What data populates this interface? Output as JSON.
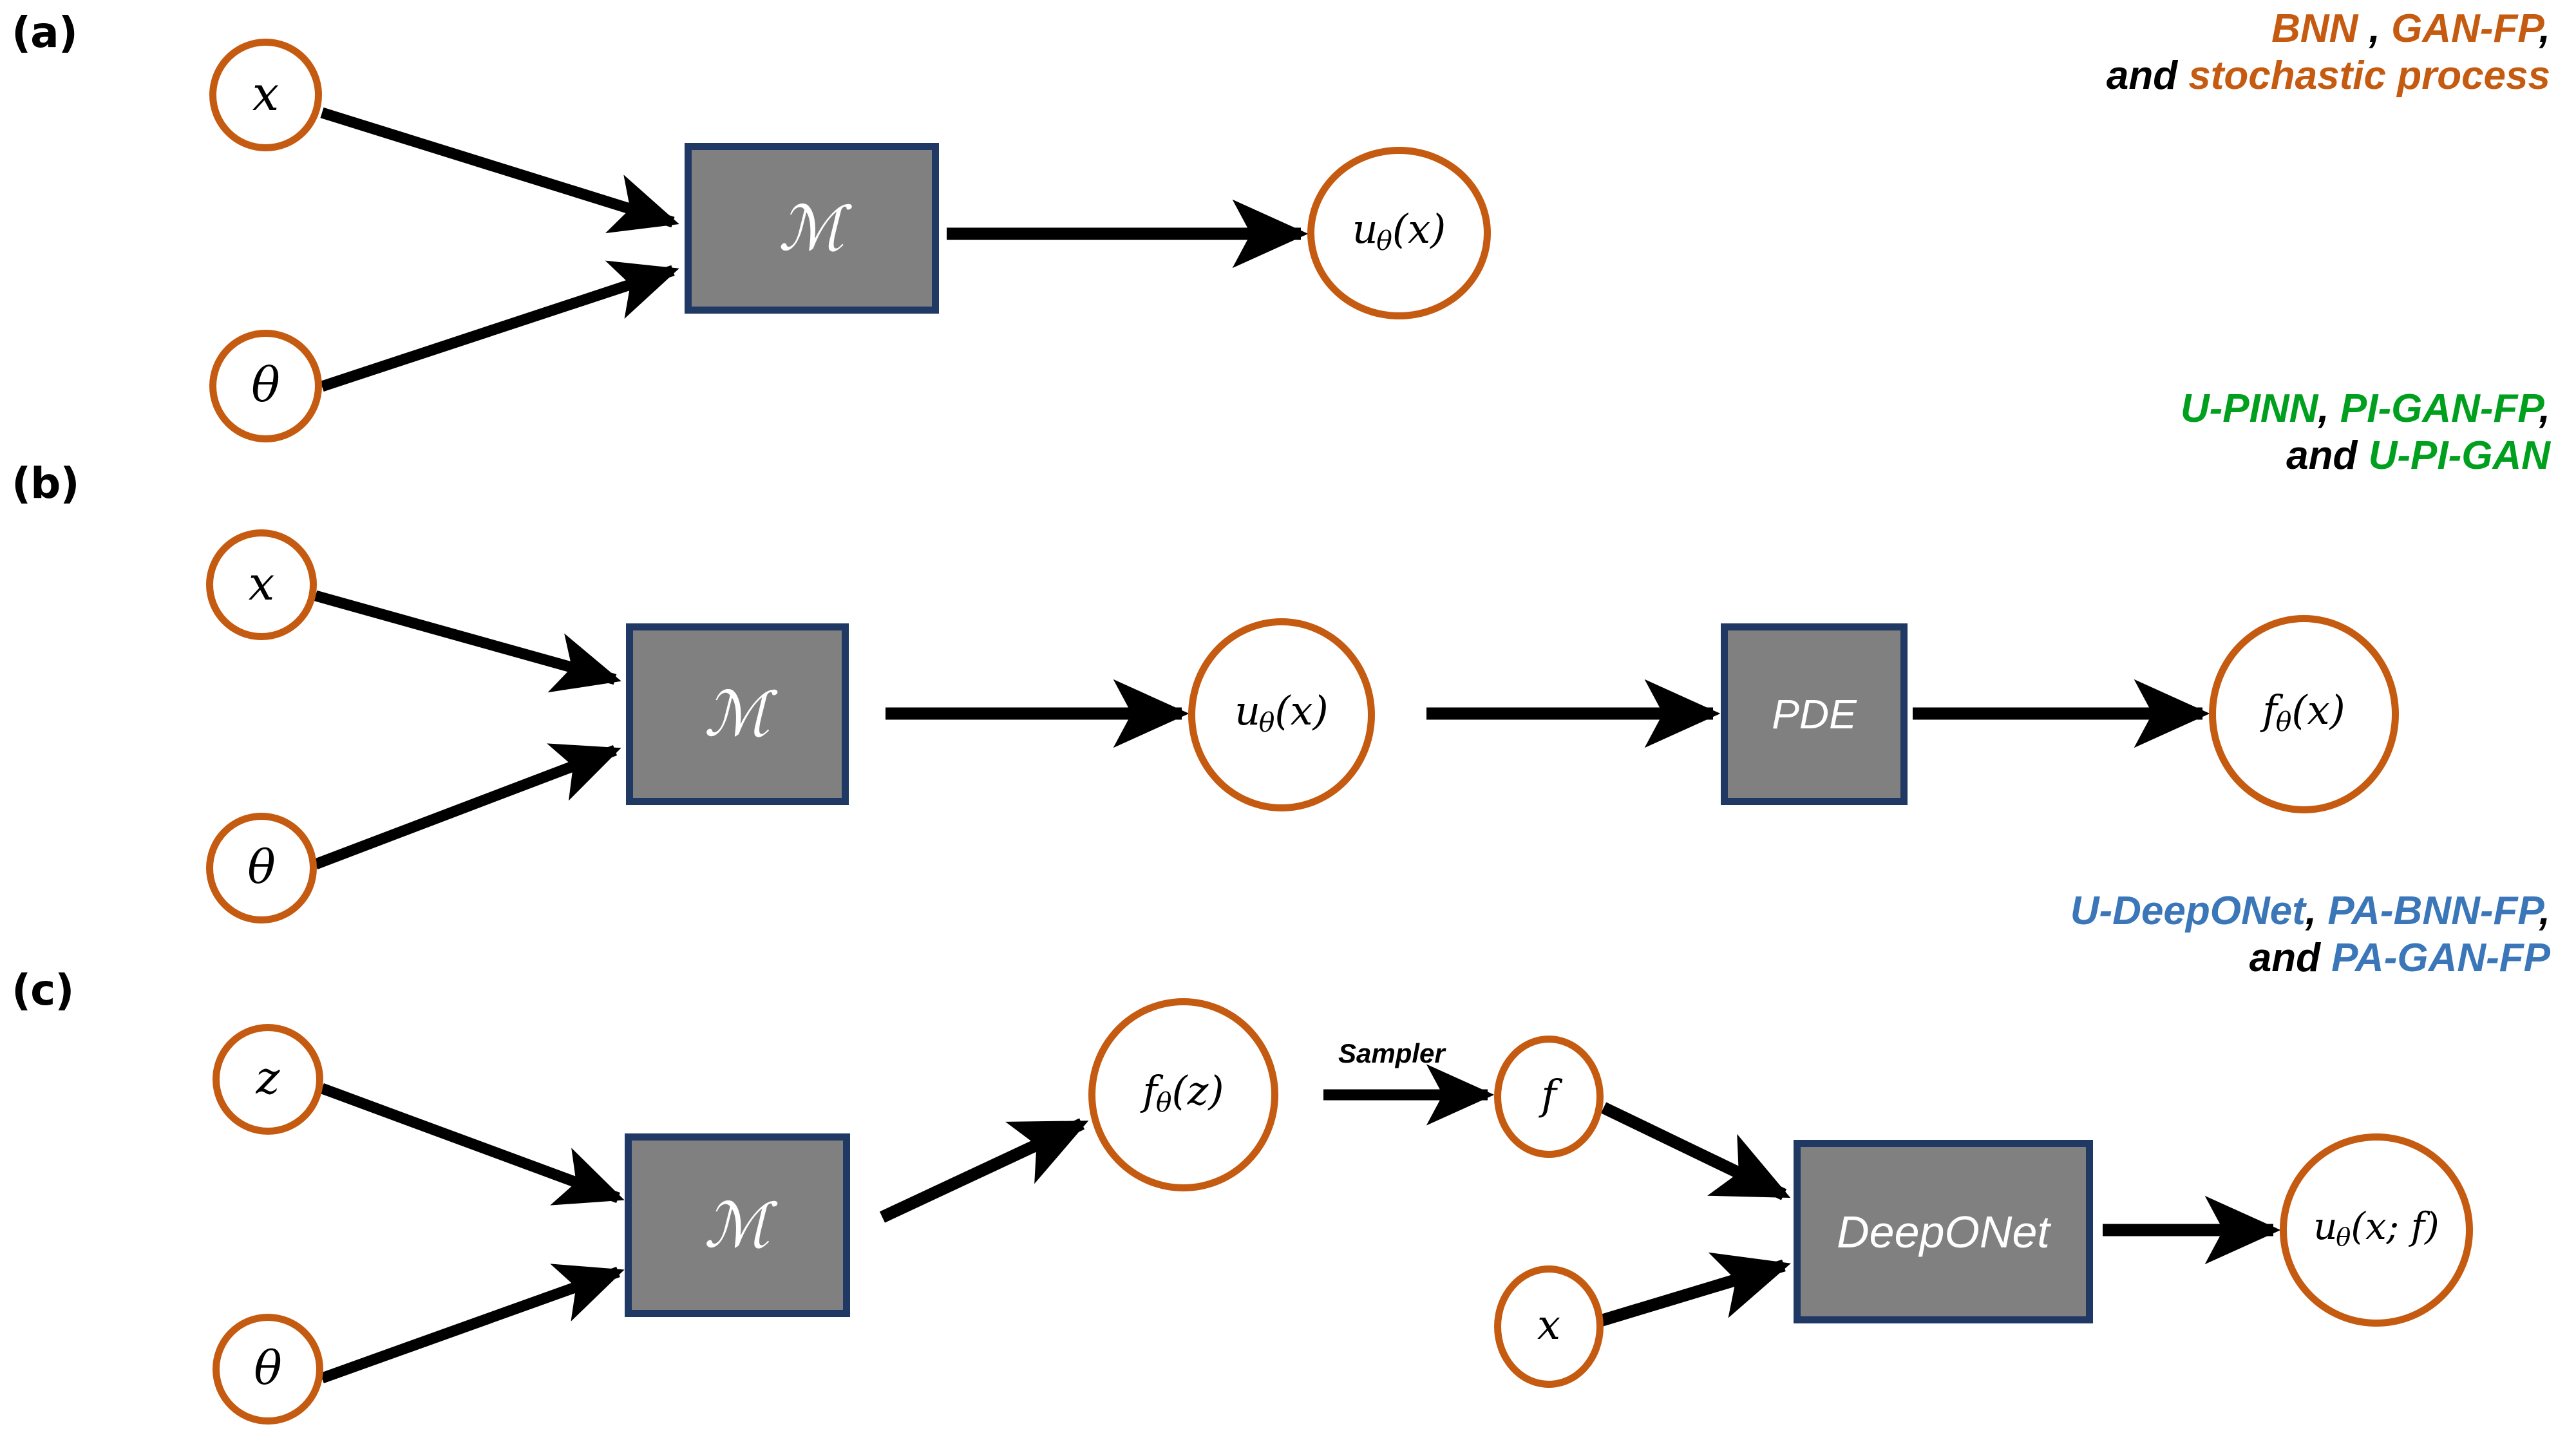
{
  "figure": {
    "background": "#ffffff",
    "colors": {
      "node_stroke": "#C55A11",
      "block_fill": "#808080",
      "block_stroke": "#1F3864",
      "arrow": "#000000",
      "caption_orange": "#C55A11",
      "caption_green": "#00A01E",
      "caption_blue": "#3A76B8",
      "caption_black": "#000000"
    }
  },
  "panels": [
    {
      "id": "a",
      "label": "(a)",
      "inputs": [
        {
          "name": "x",
          "symbol": "x"
        },
        {
          "name": "theta",
          "symbol": "θ"
        }
      ],
      "block": {
        "name": "M",
        "label": "ℳ"
      },
      "output": {
        "name": "u-theta-x",
        "base": "u",
        "sub": "θ",
        "arg": "(x)"
      },
      "caption": {
        "line1": [
          {
            "text": "BNN",
            "color": "orange"
          },
          {
            "text": " , ",
            "color": "black"
          },
          {
            "text": "GAN-FP",
            "color": "orange"
          },
          {
            "text": ",",
            "color": "black"
          }
        ],
        "line2": [
          {
            "text": "and ",
            "color": "black"
          },
          {
            "text": "stochastic process",
            "color": "orange"
          }
        ]
      }
    },
    {
      "id": "b",
      "label": "(b)",
      "inputs": [
        {
          "name": "x",
          "symbol": "x"
        },
        {
          "name": "theta",
          "symbol": "θ"
        }
      ],
      "block": {
        "name": "M",
        "label": "ℳ"
      },
      "mid_output": {
        "name": "u-theta-x",
        "base": "u",
        "sub": "θ",
        "arg": "(x)"
      },
      "pde_block": {
        "name": "PDE",
        "label": "PDE"
      },
      "output": {
        "name": "f-theta-x",
        "base": "f",
        "sub": "θ",
        "arg": "(x)"
      },
      "caption": {
        "line1": [
          {
            "text": "U-PINN",
            "color": "green"
          },
          {
            "text": ", ",
            "color": "black"
          },
          {
            "text": "PI-GAN-FP",
            "color": "green"
          },
          {
            "text": ",",
            "color": "black"
          }
        ],
        "line2": [
          {
            "text": "and ",
            "color": "black"
          },
          {
            "text": "U-PI-GAN",
            "color": "green"
          }
        ]
      }
    },
    {
      "id": "c",
      "label": "(c)",
      "inputs": [
        {
          "name": "z",
          "symbol": "z"
        },
        {
          "name": "theta",
          "symbol": "θ"
        },
        {
          "name": "x",
          "symbol": "x"
        }
      ],
      "block": {
        "name": "M",
        "label": "ℳ"
      },
      "mid_output": {
        "name": "f-theta-z",
        "base": "f",
        "sub": "θ",
        "arg": "(z)"
      },
      "sampler_tag": "Sampler",
      "sample_node": {
        "name": "f",
        "symbol": "f"
      },
      "operator_block": {
        "name": "DeepONet",
        "label": "DeepONet"
      },
      "output": {
        "name": "u-theta-x-f",
        "base": "u",
        "sub": "θ",
        "arg": "(x; f)"
      },
      "caption": {
        "line1": [
          {
            "text": "U-DeepONet",
            "color": "blue"
          },
          {
            "text": ", ",
            "color": "black"
          },
          {
            "text": "PA-BNN-FP",
            "color": "blue"
          },
          {
            "text": ",",
            "color": "black"
          }
        ],
        "line2": [
          {
            "text": "and ",
            "color": "black"
          },
          {
            "text": "PA-GAN-FP",
            "color": "blue"
          }
        ]
      }
    }
  ]
}
